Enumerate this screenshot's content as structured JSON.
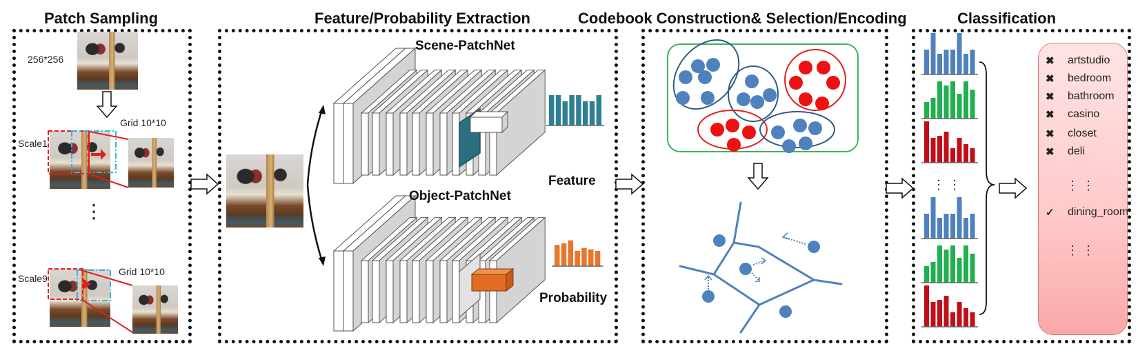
{
  "stages": [
    {
      "title": "Patch Sampling"
    },
    {
      "title": "Feature/Probability Extraction"
    },
    {
      "title": "Codebook Construction& Selection/Encoding"
    },
    {
      "title": "Classification"
    }
  ],
  "patch_sampling": {
    "input_size_label": "256*256",
    "scale1_label": "Scale1",
    "scale9_label": "Scale9",
    "grid1_label": "Grid 10*10",
    "grid9_label": "Grid 10*10",
    "ellipsis": "⋮"
  },
  "extraction": {
    "scene_net_label": "Scene-PatchNet",
    "object_net_label": "Object-PatchNet",
    "feature_label": "Feature",
    "probability_label": "Probability",
    "feature_color": "#2e7f93",
    "probability_color": "#e8762b",
    "scene_output_color": "#2b6e80",
    "object_output_color": "#e06d24"
  },
  "codebook": {
    "cluster_colors": {
      "blue": "#4f81bd",
      "red": "#ee1111",
      "blue_outline": "#2f5a86",
      "red_outline": "#dd2222",
      "frame": "#3cb55a"
    },
    "voronoi_color": "#4f81bd"
  },
  "classification": {
    "histogram_colors": [
      "#4f81bd",
      "#21b04f",
      "#c00f18"
    ],
    "ellipsis": "⋮ ⋮",
    "classes": [
      {
        "mark": "✖",
        "name": "artstudio",
        "status": "rejected"
      },
      {
        "mark": "✖",
        "name": "bedroom",
        "status": "rejected"
      },
      {
        "mark": "✖",
        "name": "bathroom",
        "status": "rejected"
      },
      {
        "mark": "✖",
        "name": "casino",
        "status": "rejected"
      },
      {
        "mark": "✖",
        "name": "closet",
        "status": "rejected"
      },
      {
        "mark": "✖",
        "name": "deli",
        "status": "rejected"
      },
      {
        "mark": "✓",
        "name": "dining_room",
        "status": "selected"
      }
    ],
    "list_ellipsis": "⋮ ⋮"
  },
  "chart_data": [
    {
      "type": "bar",
      "title": "Feature",
      "categories": [
        "1",
        "2",
        "3",
        "4",
        "5",
        "6",
        "7",
        "8"
      ],
      "values": [
        10,
        10,
        8,
        10,
        10,
        8,
        8,
        10
      ],
      "ylim": [
        0,
        10
      ]
    },
    {
      "type": "bar",
      "title": "Probability",
      "categories": [
        "1",
        "2",
        "3",
        "4",
        "5",
        "6",
        "7"
      ],
      "values": [
        7,
        7.5,
        8.5,
        5,
        6,
        5.5,
        5
      ],
      "ylim": [
        0,
        10
      ]
    },
    {
      "type": "bar",
      "title": "encoding-blue",
      "categories": [
        "1",
        "2",
        "3",
        "4",
        "5",
        "6",
        "7",
        "8"
      ],
      "values": [
        6,
        10,
        5,
        6,
        6,
        10,
        5,
        6
      ],
      "ylim": [
        0,
        10
      ]
    },
    {
      "type": "bar",
      "title": "encoding-green",
      "categories": [
        "1",
        "2",
        "3",
        "4",
        "5",
        "6",
        "7",
        "8"
      ],
      "values": [
        4,
        5,
        9,
        8,
        9,
        6,
        9,
        7
      ],
      "ylim": [
        0,
        10
      ]
    },
    {
      "type": "bar",
      "title": "encoding-red",
      "categories": [
        "1",
        "2",
        "3",
        "4",
        "5",
        "6",
        "7",
        "8"
      ],
      "values": [
        10,
        6,
        6.5,
        7.5,
        3.5,
        6,
        4.5,
        3.5
      ],
      "ylim": [
        0,
        10
      ]
    }
  ]
}
